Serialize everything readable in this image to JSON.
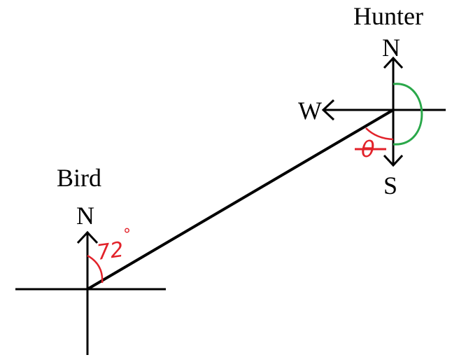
{
  "labels": {
    "hunter": "Hunter",
    "bird": "Bird",
    "hunter_north": "N",
    "hunter_west": "W",
    "hunter_south": "S",
    "bird_north": "N",
    "angle_72": "72",
    "angle_72_degree": "°",
    "angle_theta": "θ"
  },
  "colors": {
    "line": "#000000",
    "angle_red": "#e2222a",
    "angle_green": "#2aa84a"
  }
}
